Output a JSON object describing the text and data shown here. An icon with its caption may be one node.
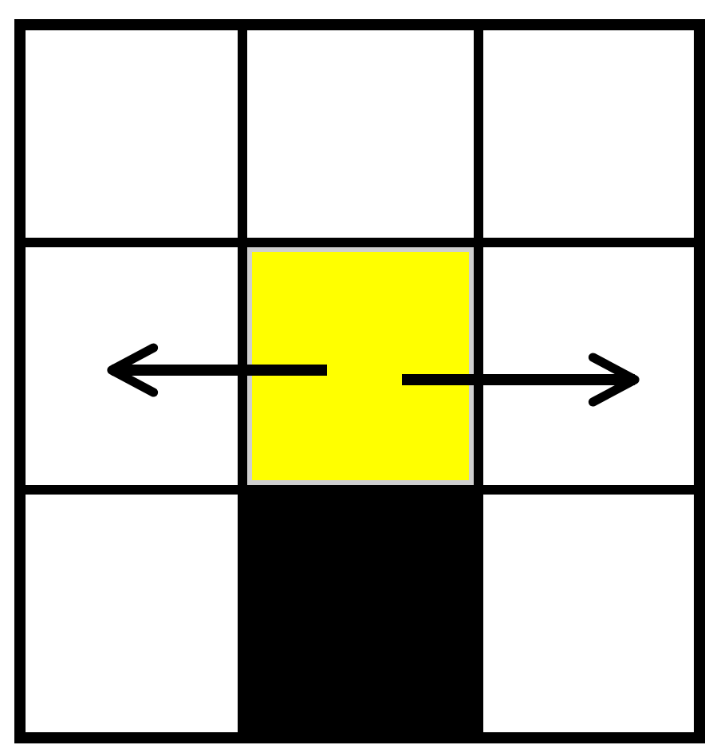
{
  "diagram": {
    "nodes": [
      {
        "text": [],
        "shape": "box"
      },
      {
        "text": [],
        "shape": "box"
      },
      {
        "text": [],
        "shape": "box"
      },
      {
        "text": [],
        "shape": "box"
      },
      {
        "text": [],
        "shape": "box"
      },
      {
        "text": [],
        "shape": "box"
      },
      {
        "text": [],
        "shape": "box"
      },
      {
        "text": [],
        "shape": "box"
      },
      {
        "text": [],
        "shape": "box"
      }
    ],
    "edges": [
      {
        "from": 4,
        "to": 3,
        "arrow": "to"
      },
      {
        "from": 4,
        "to": 5,
        "arrow": "to"
      }
    ]
  }
}
